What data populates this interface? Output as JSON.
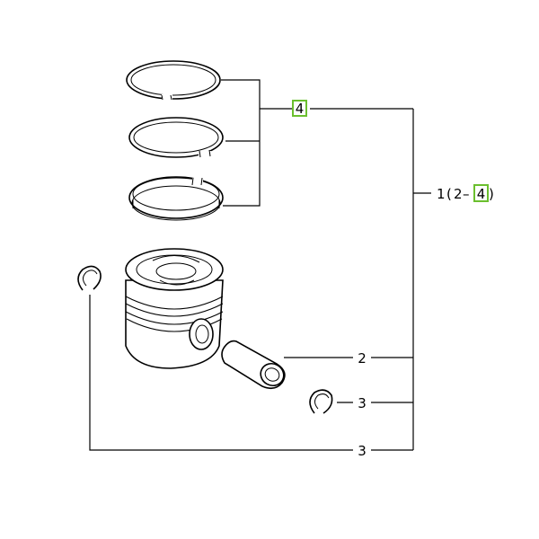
{
  "callouts": {
    "rings_ref": "4",
    "assembly_num": "1",
    "assembly_open": "(",
    "assembly_range_start": "2",
    "assembly_dash": "–",
    "assembly_range_end_ref": "4",
    "assembly_close": ")",
    "pin_num": "2",
    "clip_right_num": "3",
    "clip_left_num": "3"
  },
  "colors": {
    "highlight": "#6bbf2e",
    "line": "#000000"
  }
}
